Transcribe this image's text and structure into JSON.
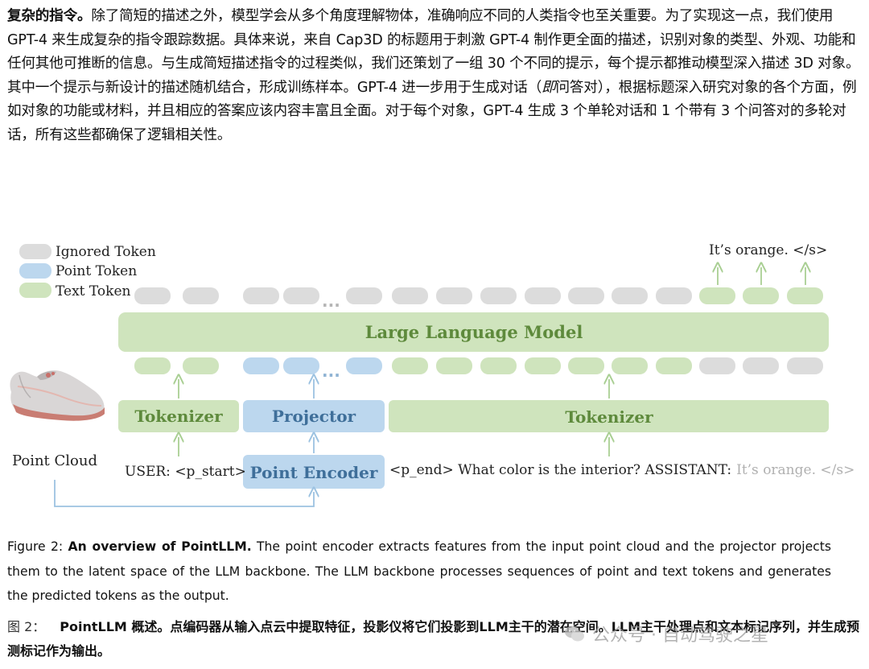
{
  "paragraph": {
    "heading": "复杂的指令。",
    "text_1": "除了简短的描述之外，模型学会从多个角度理解物体，准确响应不同的人类指令也至关重要。为了实现这一点，我们使用 GPT-4 来生成复杂的指令跟踪数据。具体来说，来自 Cap3D 的标题用于刺激 GPT-4 制作更全面的描述，识别对象的类型、外观、功能和任何其他可推断的信息。与生成简短描述指令的过程类似，我们还策划了一组 30 个不同的提示，每个提示都推动模型深入描述 3D 对象。其中一个提示与新设计的描述随机结合，形成训练样本。GPT-4 进一步用于生成对话（",
    "italic": "即",
    "text_2": "问答对），根据标题深入研究对象的各个方面，例如对象的功能或材料，并且相应的答案应该内容丰富且全面。对于每个对象，GPT-4 生成 3 个单轮对话和 1 个带有 3 个问答对的多轮对话，所有这些都确保了逻辑相关性。"
  },
  "diagram": {
    "legend": {
      "ignored": "Ignored Token",
      "point": "Point Token",
      "text": "Text Token"
    },
    "output_text": "It’s orange. </s>",
    "llm_label": "Large Language Model",
    "tokenizer_left": "Tokenizer",
    "projector": "Projector",
    "tokenizer_right": "Tokenizer",
    "point_encoder": "Point Encoder",
    "point_cloud_label": "Point Cloud",
    "user_prefix": "USER: <p_start>",
    "prompt_text": "<p_end> What color is the interior? ASSISTANT:",
    "prompt_answer": "It’s orange. </s>",
    "ellipsis": "...",
    "colors": {
      "ignored": "#dcdcdc",
      "point": "#bcd7ee",
      "text": "#cfe4bd",
      "text_green": "#5e8a3c",
      "point_blue": "#3f6f9a",
      "arrow_green": "#a9cf93",
      "arrow_blue": "#9cc2e1"
    }
  },
  "caption": {
    "label": "Figure 2: ",
    "title": "An overview of PointLLM.",
    "text": " The point encoder extracts features from the input point cloud and the projector projects them to the latent space of the LLM backbone. The LLM backbone processes sequences of point and text tokens and generates the predicted tokens as the output."
  },
  "caption_zh": {
    "label": "图 2：",
    "title": "PointLLM 概述。",
    "text": "点编码器从输入点云中提取特征，投影仪将它们投影到LLM主干的潜在空间。LLM主干处理点和文本标记序列，并生成预测标记作为输出。"
  },
  "watermark": {
    "text": "公众号 · 自动驾驶之星"
  }
}
